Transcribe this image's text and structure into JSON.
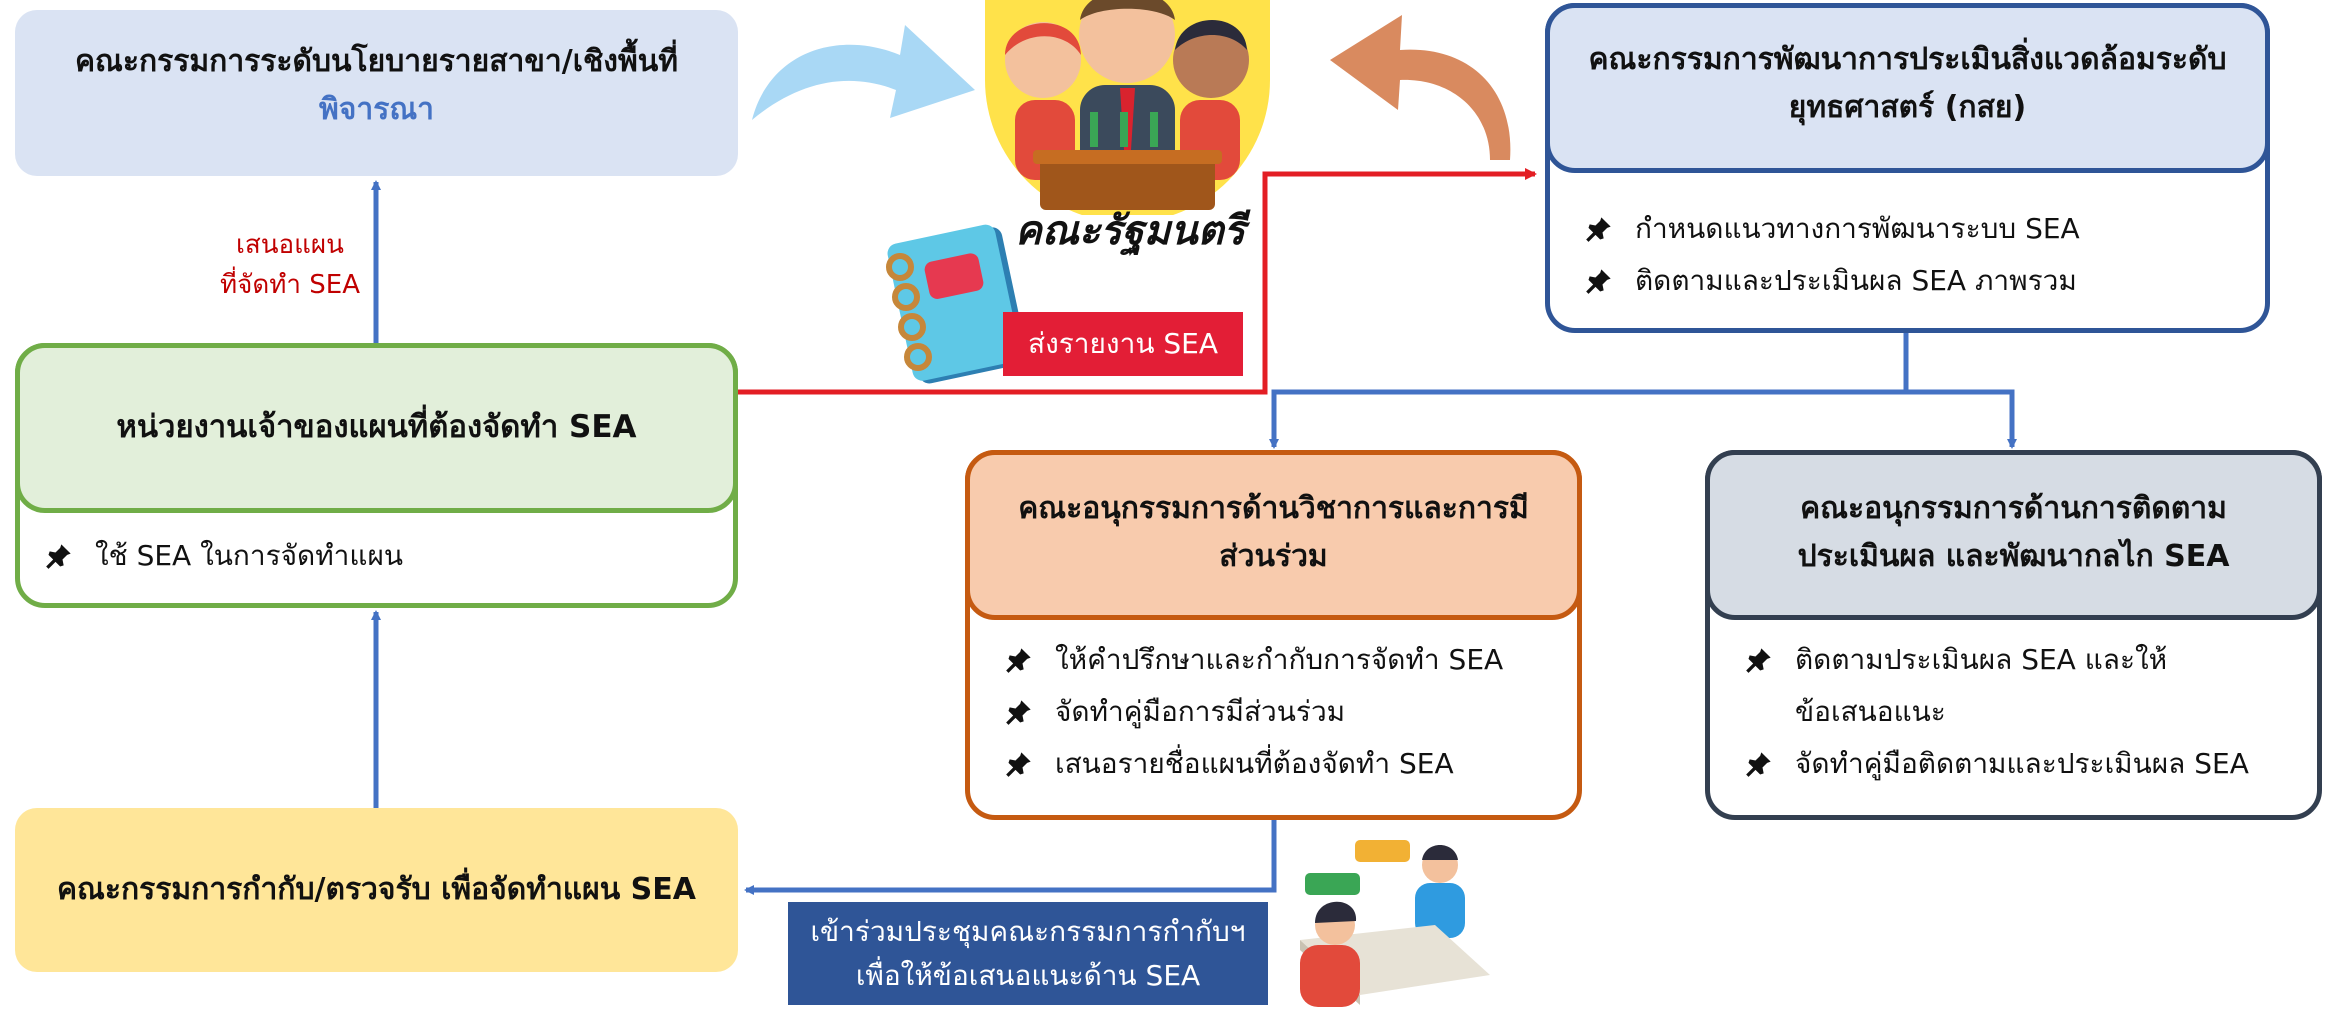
{
  "policy_committee": {
    "title_line1": "คณะกรรมการระดับนโยบายรายสาขา/เชิงพื้นที่",
    "title_line2": "พิจารณา"
  },
  "cabinet": {
    "label": "คณะรัฐมนตรี"
  },
  "kasay_committee": {
    "title_line1": "คณะกรรมการพัฒนาการประเมินสิ่งแวดล้อมระดับ",
    "title_line2": "ยุทธศาสตร์ (กสย)",
    "items": [
      "กำหนดแนวทางการพัฒนาระบบ  SEA",
      "ติดตามและประเมินผล SEA  ภาพรวม"
    ]
  },
  "propose_label": {
    "line1": "เสนอแผน",
    "line2": "ที่จัดทำ SEA"
  },
  "report_label": "ส่งรายงาน SEA",
  "plan_owner": {
    "title": "หน่วยงานเจ้าของแผนที่ต้องจัดทำ SEA",
    "items": [
      "ใช้ SEA  ในการจัดทำแผน"
    ]
  },
  "technical_subcommittee": {
    "title_line1": "คณะอนุกรรมการด้านวิชาการและการมี",
    "title_line2": "ส่วนร่วม",
    "items": [
      "ให้คำปรึกษาและกำกับการจัดทำ SEA",
      "จัดทำคู่มือการมีส่วนร่วม",
      "เสนอรายชื่อแผนที่ต้องจัดทำ  SEA"
    ]
  },
  "monitoring_subcommittee": {
    "title_line1": "คณะอนุกรรมการด้านการติดตาม",
    "title_line2": "ประเมินผล และพัฒนากลไก SEA",
    "item1_line1": "ติดตามประเมินผล SEA และให้",
    "item1_line2": "ข้อเสนอแนะ",
    "item2": "จัดทำคู่มือติดตามและประเมินผล SEA"
  },
  "supervisory_committee": {
    "title": "คณะกรรมการกำกับ/ตรวจรับ เพื่อจัดทำแผน SEA"
  },
  "meeting_label": {
    "line1": "เข้าร่วมประชุมคณะกรรมการกำกับฯ",
    "line2": "เพื่อให้ข้อเสนอแนะด้าน SEA"
  },
  "colors": {
    "policy_fill": "#dae3f3",
    "policy_accent": "#4472c4",
    "kasay_border": "#2f5597",
    "kasay_header": "#dae3f3",
    "plan_border": "#70ad47",
    "plan_header": "#e2efda",
    "tech_border": "#c55a11",
    "tech_header": "#f8cbad",
    "monitor_border": "#333f50",
    "monitor_header": "#d6dce4",
    "supervisory_fill": "#ffe699",
    "connector_blue": "#4472c4",
    "connector_red": "#e31e24",
    "report_fill": "#e31e36",
    "meeting_fill": "#2f5597"
  },
  "icons": [
    "pushpin-icon",
    "curved-arrow-right-icon",
    "curved-arrow-left-icon",
    "cabinet-people-icon",
    "notebook-icon",
    "meeting-people-icon"
  ]
}
